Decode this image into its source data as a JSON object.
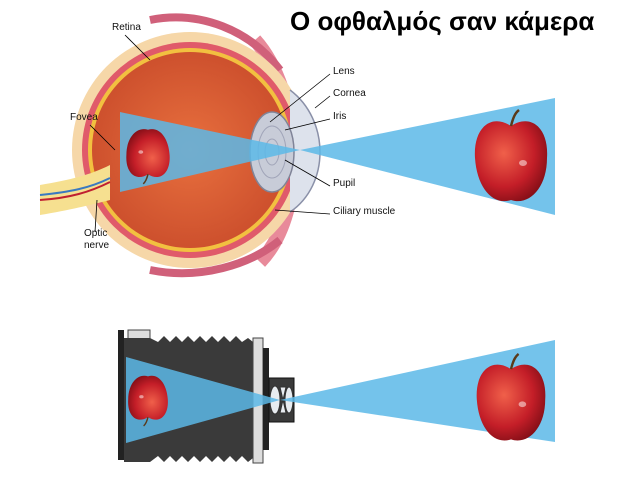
{
  "title": "Ο οφθαλμός σαν κάμερα",
  "eye_labels": {
    "retina": "Retina",
    "lens": "Lens",
    "cornea": "Cornea",
    "iris": "Iris",
    "fovea": "Fovea",
    "pupil": "Pupil",
    "ciliary_muscle": "Ciliary muscle",
    "optic": "Optic",
    "nerve": "nerve"
  },
  "colors": {
    "beam": "#5cb8e8",
    "eye_interior": "#e0603a",
    "apple": "#c8202a",
    "camera_body": "#3a3a3a"
  }
}
